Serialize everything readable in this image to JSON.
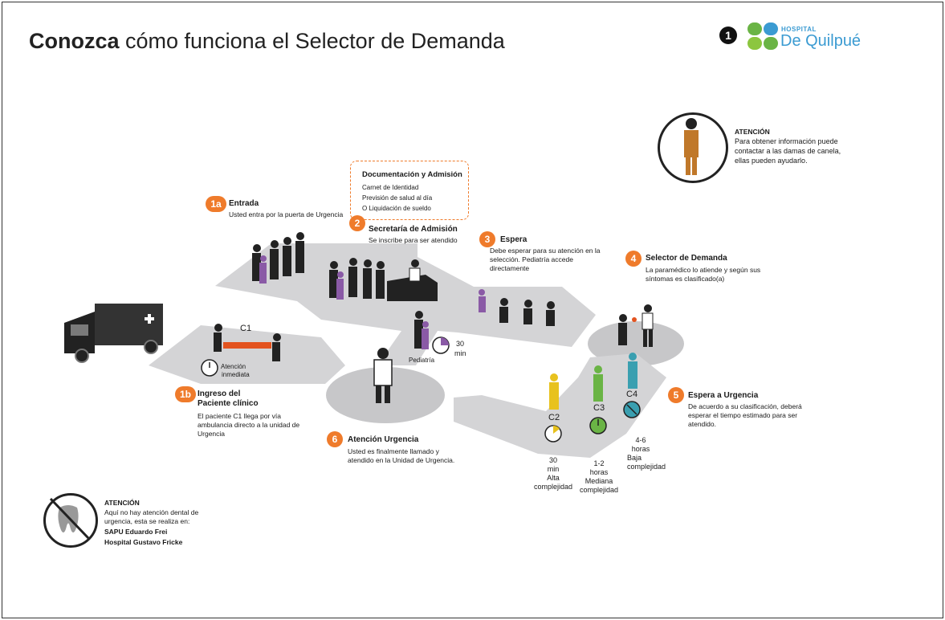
{
  "header": {
    "title_bold": "Conozca",
    "title_rest": " cómo funciona el Selector de Demanda",
    "page_number": "1",
    "logo_hospital": "HOSPITAL",
    "logo_name": "De Quilpué"
  },
  "colors": {
    "accent": "#ef7b2b",
    "logo": "#3b9bd2",
    "purple": "#8a5aa6",
    "yellow": "#e8c21e",
    "green": "#6ab445",
    "teal": "#3a9fb0",
    "red": "#e3531f",
    "floor": "#d4d4d6"
  },
  "attention_staff": {
    "title": "ATENCIÓN",
    "text_1": "Para obtener información puede",
    "text_2": "contactar a las damas de canela,",
    "text_3": "ellas pueden ayudarlo."
  },
  "docs": {
    "title": "Documentación y Admisión",
    "item_1": "Carnet de Identidad",
    "item_2": "Previsión de salud al día",
    "item_3": "O Liquidación de sueldo"
  },
  "steps": {
    "s1a": {
      "num": "1a",
      "title": "Entrada",
      "text": "Usted entra por la puerta de Urgencia"
    },
    "s2": {
      "num": "2",
      "title": "Secretaría de Admisión",
      "text": "Se inscribe para ser atendido"
    },
    "s3": {
      "num": "3",
      "title": "Espera",
      "text_1": "Debe esperar para su atención en la",
      "text_2": "selección. Pediatría accede",
      "text_3": "directamente"
    },
    "s4": {
      "num": "4",
      "title": "Selector de Demanda",
      "text_1": "La paramédico lo atiende y según sus",
      "text_2": "síntomas es clasificado(a)"
    },
    "s5": {
      "num": "5",
      "title": "Espera a Urgencia",
      "text_1": "De acuerdo a su clasificación, deberá",
      "text_2": "esperar el tiempo estimado para ser",
      "text_3": "atendido."
    },
    "s6": {
      "num": "6",
      "title": "Atención Urgencia",
      "text_1": "Usted es finalmente llamado y",
      "text_2": "atendido en la Unidad de Urgencia."
    },
    "s1b": {
      "num": "1b",
      "title_1": "Ingreso del",
      "title_2": "Paciente clínico",
      "text_1": "El paciente C1 llega por vía",
      "text_2": "ambulancia directo a la unidad de",
      "text_3": "Urgencia"
    }
  },
  "scene_labels": {
    "c1": "C1",
    "atencion_1": "Atención",
    "atencion_2": "inmediata",
    "pediatria": "Pediatría",
    "ped_time_1": "30",
    "ped_time_2": "min",
    "c2": "C2",
    "c3": "C3",
    "c4": "C4",
    "c2_t1": "30",
    "c2_t2": "min",
    "c2_t3": "Alta",
    "c2_t4": "complejidad",
    "c3_t1": "1-2",
    "c3_t2": "horas",
    "c3_t3": "Mediana",
    "c3_t4": "complejidad",
    "c4_t1": "4-6",
    "c4_t2": "horas",
    "c4_t3": "Baja",
    "c4_t4": "complejidad"
  },
  "dental": {
    "title": "ATENCIÓN",
    "text_1": "Aquí no hay atención dental de",
    "text_2": "urgencia, esta se realiza en:",
    "place_1": "SAPU Eduardo Frei",
    "place_2": "Hospital Gustavo Fricke"
  }
}
